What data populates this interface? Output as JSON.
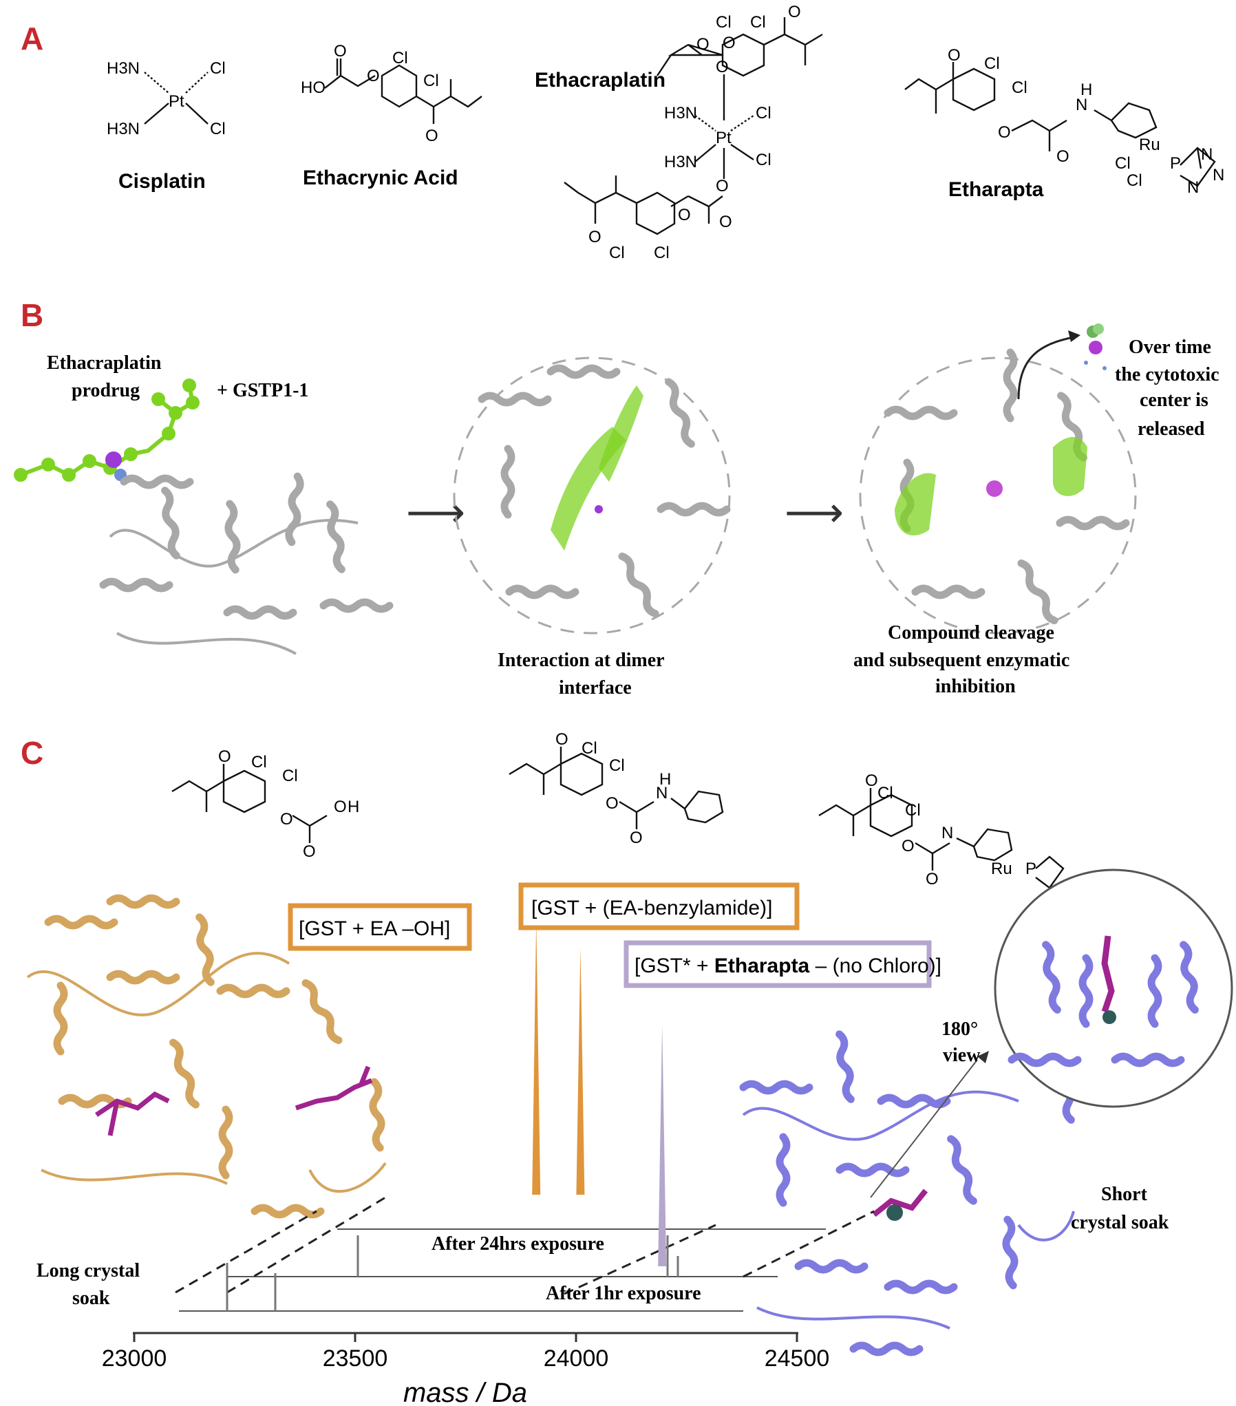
{
  "panels": {
    "a": {
      "letter": "A",
      "compounds": [
        "Cisplatin",
        "Ethacrynic Acid",
        "Ethacraplatin",
        "Etharapta"
      ],
      "atoms": {
        "cl": "Cl",
        "pt": "Pt",
        "ru": "Ru",
        "p": "P",
        "n": "N",
        "o": "O",
        "h": "H",
        "h3n": "H3N",
        "ho": "HO"
      }
    },
    "b": {
      "letter": "B",
      "prodrug_label": [
        "Ethacraplatin",
        "prodrug"
      ],
      "enzyme_label": "+ GSTP1-1",
      "step2_caption": [
        "Interaction at dimer",
        "interface"
      ],
      "step3_caption": [
        "Compound cleavage",
        "and subsequent  enzymatic",
        "inhibition"
      ],
      "release_caption": [
        "Over time",
        "the cytotoxic",
        "center is",
        "released"
      ]
    },
    "c": {
      "letter": "C",
      "boxes": [
        {
          "text": "[GST + EA –OH]"
        },
        {
          "text": "[GST + (EA-benzylamide)]"
        },
        {
          "prefix": "[GST* + ",
          "bold": "Etharapta",
          "suffix": " – (no Chloro)]"
        }
      ],
      "traces": [
        "After 24hrs exposure",
        "After 1hr exposure"
      ],
      "left_caption": [
        "Long crystal",
        "soak"
      ],
      "right_caption": [
        "Short",
        "crystal soak"
      ],
      "view_caption": [
        "180°",
        "view"
      ]
    }
  },
  "chart_data": {
    "type": "line",
    "xlabel": "mass / Da",
    "ylabel": "",
    "xlim": [
      22950,
      24520
    ],
    "xticks": [
      23000,
      23500,
      24000,
      24500
    ],
    "series": [
      {
        "name": "After 24hrs exposure",
        "peaks": [
          [
            23910,
            1.0
          ],
          [
            24010,
            0.9
          ]
        ]
      },
      {
        "name": "After 1hr exposure",
        "peaks": [
          [
            24195,
            0.95
          ]
        ]
      }
    ]
  },
  "colors": {
    "panel_letter": "#c8282d",
    "protein_gray": "#a8a8a8",
    "ligand_green": "#7ed321",
    "protein_gold": "#d4a55e",
    "protein_violet": "#7f7ae0",
    "ligand_magenta": "#a0238f",
    "box_orange": "#e0953a",
    "box_lilac": "#b4a6cc"
  }
}
